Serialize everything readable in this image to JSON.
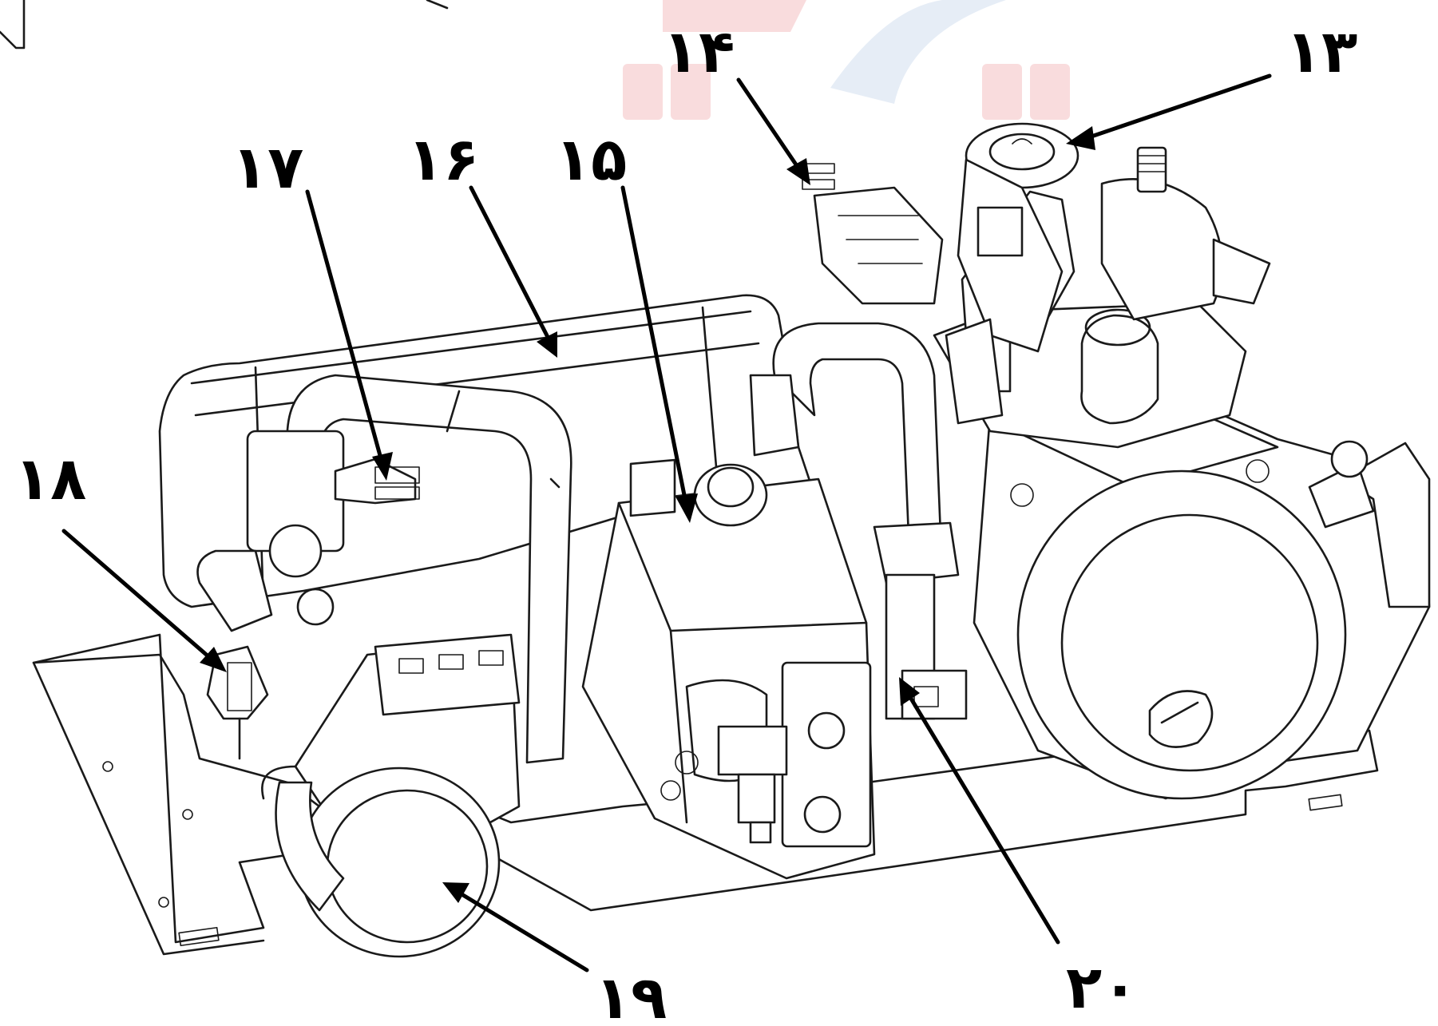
{
  "diagram": {
    "callouts": [
      {
        "id": "13",
        "label": "۱۳"
      },
      {
        "id": "14",
        "label": "۱۴"
      },
      {
        "id": "15",
        "label": "۱۵"
      },
      {
        "id": "16",
        "label": "۱۶"
      },
      {
        "id": "17",
        "label": "۱۷"
      },
      {
        "id": "18",
        "label": "۱۸"
      },
      {
        "id": "19",
        "label": "۱۹"
      },
      {
        "id": "20",
        "label": "۲۰"
      }
    ]
  },
  "colors": {
    "line": "#1a1a1a",
    "watermark_red": "#d9262a",
    "watermark_blue": "#2f69b3"
  }
}
